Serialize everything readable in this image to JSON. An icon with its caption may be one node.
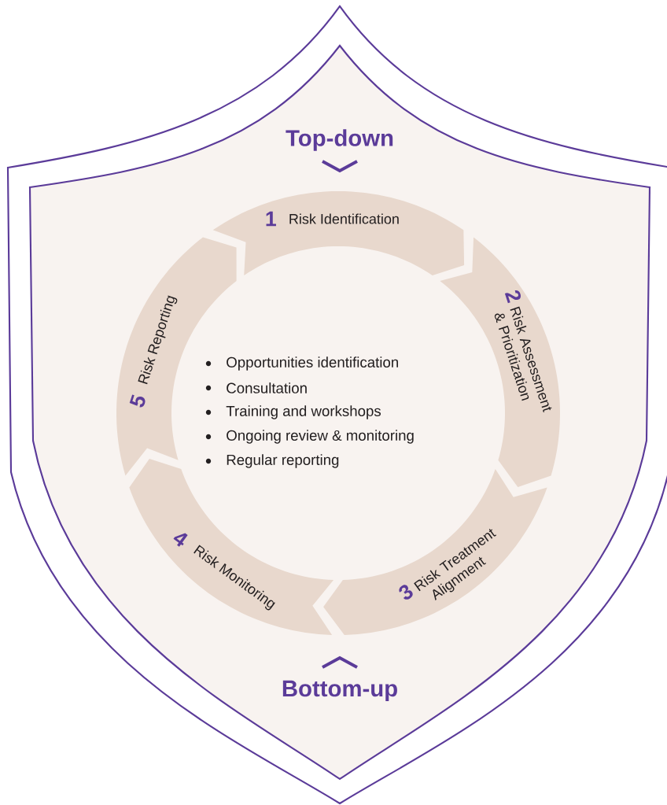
{
  "diagram": {
    "nodes": [
      {
        "text": [
          "Top-down",
          "Bottom-up"
        ]
      },
      {
        "text": [
          "1",
          "Risk Identification"
        ],
        "in": 0
      },
      {
        "text": [
          "2",
          "Risk Assessment & Prioritization"
        ],
        "in": 0
      },
      {
        "text": [
          "3",
          "Risk Treatment Alignment"
        ],
        "in": 0
      },
      {
        "text": [
          "4",
          "Risk Monitoring"
        ],
        "in": 0
      },
      {
        "text": [
          "5",
          "Risk Reporting"
        ],
        "in": 0
      },
      {
        "text": [
          "Opportunities identification",
          "Consultation",
          "Training and workshops",
          "Ongoing review & monitoring",
          "Regular reporting"
        ],
        "in": 0
      }
    ]
  }
}
